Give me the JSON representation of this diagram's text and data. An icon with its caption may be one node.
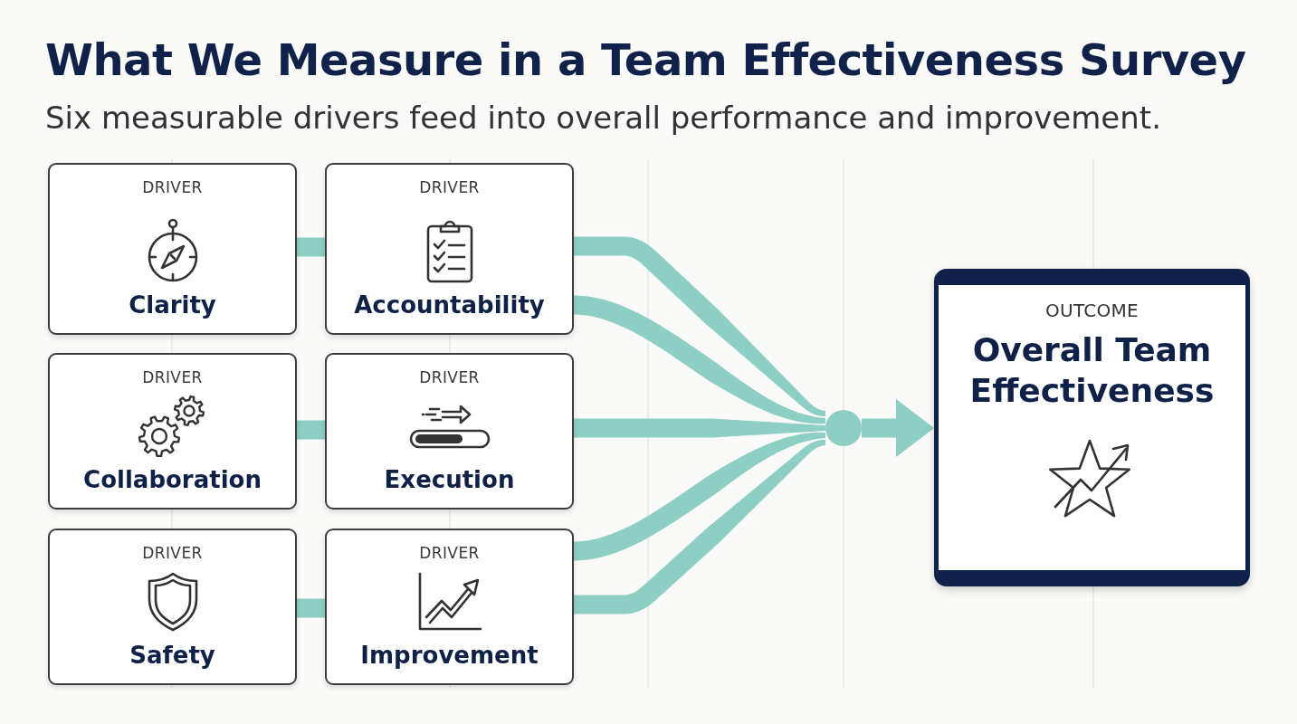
{
  "diagram": {
    "title": "What We Measure in a Team Effectiveness Survey",
    "nodes": [
      {
        "text": [
          "DRIVER",
          "Clarity"
        ]
      },
      {
        "text": [
          "DRIVER",
          "Accountability"
        ]
      },
      {
        "text": [
          "DRIVER",
          "Collaboration"
        ]
      },
      {
        "text": [
          "DRIVER",
          "Execution"
        ]
      },
      {
        "text": [
          "DRIVER",
          "Safety"
        ]
      },
      {
        "text": [
          "DRIVER",
          "Improvement"
        ]
      },
      {
        "text": [],
        "shape": "circle"
      },
      {
        "text": [
          "OUTCOME",
          "Overall Team Effectiveness"
        ]
      }
    ],
    "edges": [
      {
        "from": 0,
        "to": 1,
        "arrow": "none"
      },
      {
        "from": 2,
        "to": 3,
        "arrow": "none"
      },
      {
        "from": 4,
        "to": 5,
        "arrow": "none"
      },
      {
        "from": 1,
        "to": 6,
        "arrow": "none"
      },
      {
        "from": 1,
        "to": 6,
        "arrow": "none"
      },
      {
        "from": 3,
        "to": 6,
        "arrow": "none"
      },
      {
        "from": 5,
        "to": 6,
        "arrow": "none"
      },
      {
        "from": 5,
        "to": 6,
        "arrow": "none"
      },
      {
        "from": 6,
        "to": 7,
        "arrow": "to"
      }
    ],
    "labels": [
      "Six measurable drivers feed into overall performance and improvement."
    ]
  }
}
